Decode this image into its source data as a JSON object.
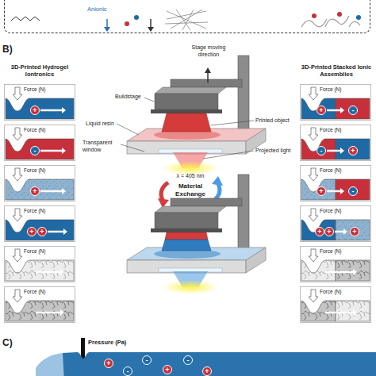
{
  "diagram": {
    "nodes": [
      {
        "text": [
          "Anionic"
        ]
      },
      {
        "text": [
          "Force (N)"
        ]
      },
      {
        "text": [
          "+"
        ],
        "in": 1
      },
      {
        "text": [
          "Force (N)"
        ]
      },
      {
        "text": [
          "-"
        ],
        "in": 3
      },
      {
        "text": [
          "Force (N)"
        ]
      },
      {
        "text": [
          "+"
        ],
        "in": 5
      },
      {
        "text": [
          "Force (N)"
        ]
      },
      {
        "text": [
          "+"
        ],
        "in": 7
      },
      {
        "text": [
          "+"
        ],
        "in": 7
      },
      {
        "text": [
          "Force (N)"
        ]
      },
      {
        "text": [
          "Force (N)"
        ]
      },
      {
        "text": [
          "Force (N)"
        ]
      },
      {
        "text": [
          "+"
        ],
        "in": 12
      },
      {
        "text": [
          "-"
        ],
        "in": 12
      },
      {
        "text": [
          "Force (N)"
        ]
      },
      {
        "text": [
          "-"
        ],
        "in": 15
      },
      {
        "text": [
          "+"
        ],
        "in": 15
      },
      {
        "text": [
          "Force (N)"
        ]
      },
      {
        "text": [
          "+"
        ],
        "in": 18
      },
      {
        "text": [
          "-"
        ],
        "in": 18
      },
      {
        "text": [
          "Force (N)"
        ]
      },
      {
        "text": [
          "+"
        ],
        "in": 21
      },
      {
        "text": [
          "+"
        ],
        "in": 21
      },
      {
        "text": [
          "+"
        ],
        "in": 21
      },
      {
        "text": [
          "Force (N)"
        ]
      },
      {
        "text": [
          "Force (N)"
        ]
      },
      {
        "text": [
          "Pressure (Pa)"
        ]
      },
      {
        "text": [
          "+"
        ],
        "in": 27
      },
      {
        "text": [
          "-"
        ],
        "in": 27
      },
      {
        "text": [
          "-"
        ],
        "in": 27
      },
      {
        "text": [
          "+"
        ],
        "in": 27
      },
      {
        "text": [
          "-"
        ],
        "in": 27
      },
      {
        "text": [
          "+"
        ],
        "in": 27
      }
    ],
    "labels": [
      "B)",
      "3D-Printed Hydrogel Iontronics",
      "3D-Printed Stacked Ionic Assemblies",
      "Stage moving direction",
      "Buildstage",
      "Liquid resin",
      "Printed object",
      "Transparent window",
      "Projected light",
      "λ = 405 nm",
      "Material Exchange",
      "C)"
    ]
  }
}
